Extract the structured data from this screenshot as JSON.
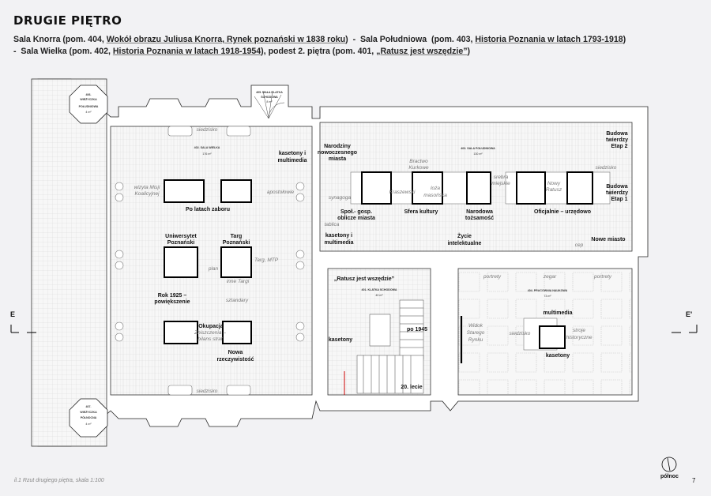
{
  "header": {
    "title": "DRUGIE PIĘTRO",
    "line1": [
      "Sala Knorra (pom. 404, ",
      "Wokół obrazu Juliusa Knorra, Rynek poznański w 1838 roku",
      ")  -  Sala Południowa  (pom. 403, ",
      "Historia Poznania w latach 1793-1918",
      ")"
    ],
    "line2": [
      "-  Sala Wielka (pom. 402, ",
      "Historia Poznania w latach 1918-1954",
      "), podest 2. piętra (pom. 401, ",
      "„Ratusz jest wszędzie”",
      ")"
    ]
  },
  "rooms": {
    "r402": {
      "name": "402. SALA WIELKA",
      "area": "176 m²"
    },
    "r403": {
      "name": "403. SALA POŁUDNIOWA",
      "area": "130 m²"
    },
    "r404": {
      "name": "404. PRACOWNIA NAUKOWA",
      "area": "73 m²"
    },
    "r401": {
      "name": "401. KLATKA SCHODOWA",
      "area": "40 m²"
    },
    "r405": {
      "name": [
        "405. MAŁA KLATKA",
        "SCHODOWA"
      ],
      "area": "8 m²"
    },
    "r406": {
      "name": [
        "406.",
        "WIEŻYCZKA",
        "POŁUDNIOWA"
      ],
      "area": "4 m²"
    },
    "r407": {
      "name": [
        "407.",
        "WIEŻYCZKA",
        "PÓŁNOCNA"
      ],
      "area": "4 m²"
    }
  },
  "hall402": {
    "siedzisko": "siedzisko",
    "kasetony": [
      "kasetony i",
      "multimedia"
    ],
    "wizyta": [
      "wizyta Misji",
      "Koalicyjnej"
    ],
    "apostolowie": "apostołowie",
    "po_latach": "Po latach zaboru",
    "uniwersytet": [
      "Uniwersytet",
      "Poznański"
    ],
    "targ": [
      "Targ",
      "Poznański"
    ],
    "targ_mtp": "Targ, MTP",
    "plan": "plan",
    "inne_targi": "inne Targi",
    "rok1925": [
      "Rok 1925 –",
      "powiększenie"
    ],
    "sztandary": "sztandary",
    "okupacja": "Okupacja",
    "zniszczenia": [
      "Zniszczenia –",
      "bilans strat"
    ],
    "nowa": [
      "Nowa",
      "rzeczywistość"
    ]
  },
  "hall403": {
    "narodziny": [
      "Narodziny",
      "nowoczesnego",
      "miasta"
    ],
    "bractwo": [
      "Bractwo",
      "Kurkowe"
    ],
    "synagoga": "synagoga",
    "kraszewski": "Kraszewski",
    "loza": [
      "loża",
      "masońska"
    ],
    "srebra": [
      "srebra",
      "miejskie"
    ],
    "nowy_ratusz": [
      "Nowy",
      "Ratusz"
    ],
    "siedzisko": "siedzisko",
    "etap2": [
      "Budowa",
      "twierdzy",
      "Etap 2"
    ],
    "etap1": [
      "Budowa",
      "twierdzy",
      "Etap 1"
    ],
    "spol": [
      "Społ.- gosp.",
      "oblicze miasta"
    ],
    "sfera": "Sfera kultury",
    "narodowa": [
      "Narodowa",
      "tożsamość"
    ],
    "oficjalnie": "Oficjalnie – urzędowo",
    "tablica": "tablica",
    "kasetony": [
      "kasetony i",
      "multimedia"
    ],
    "zycie": [
      "Życie",
      "intelektualne"
    ],
    "nowe_miasto": "Nowe miasto",
    "cep": "cep"
  },
  "stair401": {
    "ratusz": "„Ratusz jest wszędzie”",
    "po1945": "po 1945",
    "kasetony": "kasetony",
    "lecie": "20. lecie"
  },
  "room404": {
    "portrety": "portrety",
    "zegar": "zegar",
    "multimedia": "multimedia",
    "widok": [
      "Widok",
      "Starego",
      "Rynku"
    ],
    "siedzisko": "siedzisko",
    "stroje": [
      "stroje",
      "historyczne"
    ],
    "kasetony": "kasetony"
  },
  "section": {
    "left": "E",
    "right": "E'"
  },
  "footer": {
    "caption": "il.1 Rzut drugiego piętra, skala 1:100",
    "north": "północ",
    "page": "7"
  }
}
